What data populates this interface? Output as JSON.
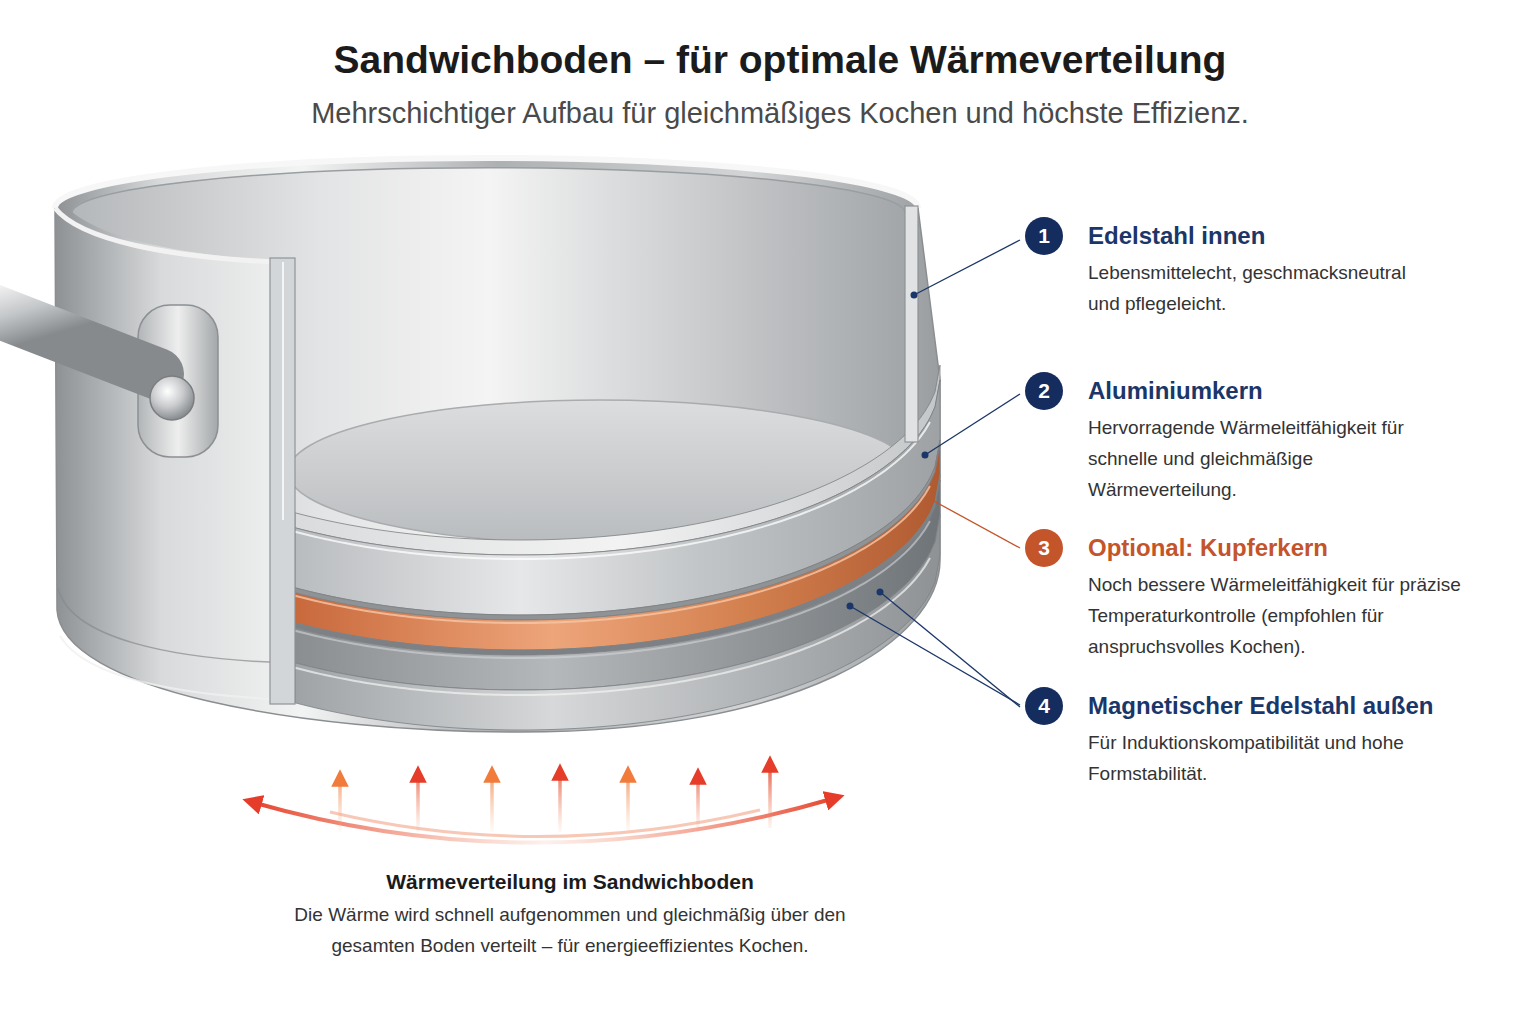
{
  "diagram": {
    "title": "Sandwichboden – für optimale Wärmeverteilung",
    "caption": "Mehrschichtiger Aufbau für gleichmäßiges Kochen und höchste Effizienz.",
    "nodes": [
      {
        "text": [
          "1",
          "Edelstahl innen",
          "Lebensmittelecht, geschmacksneutral und pflegeleicht."
        ]
      },
      {
        "text": [
          "2",
          "Aluminiumkern",
          "Hervorragende Wärmeleitfähigkeit für schnelle und gleichmäßige Wärmeverteilung."
        ]
      },
      {
        "text": [
          "3",
          "Optional: Kupferkern",
          "Noch bessere Wärmeleitfähigkeit für präzise Temperaturkontrolle (empfohlen für anspruchsvolles Kochen)."
        ]
      },
      {
        "text": [
          "4",
          "Magnetischer Edelstahl außen",
          "Für Induktionskompatibilität und hohe Formstabilität."
        ]
      }
    ],
    "labels": [
      "Wärmeverteilung im Sandwichboden",
      "Die Wärme wird schnell aufgenommen und gleichmäßig über den gesamten Boden verteilt – für energieeffizientes Kochen."
    ]
  }
}
